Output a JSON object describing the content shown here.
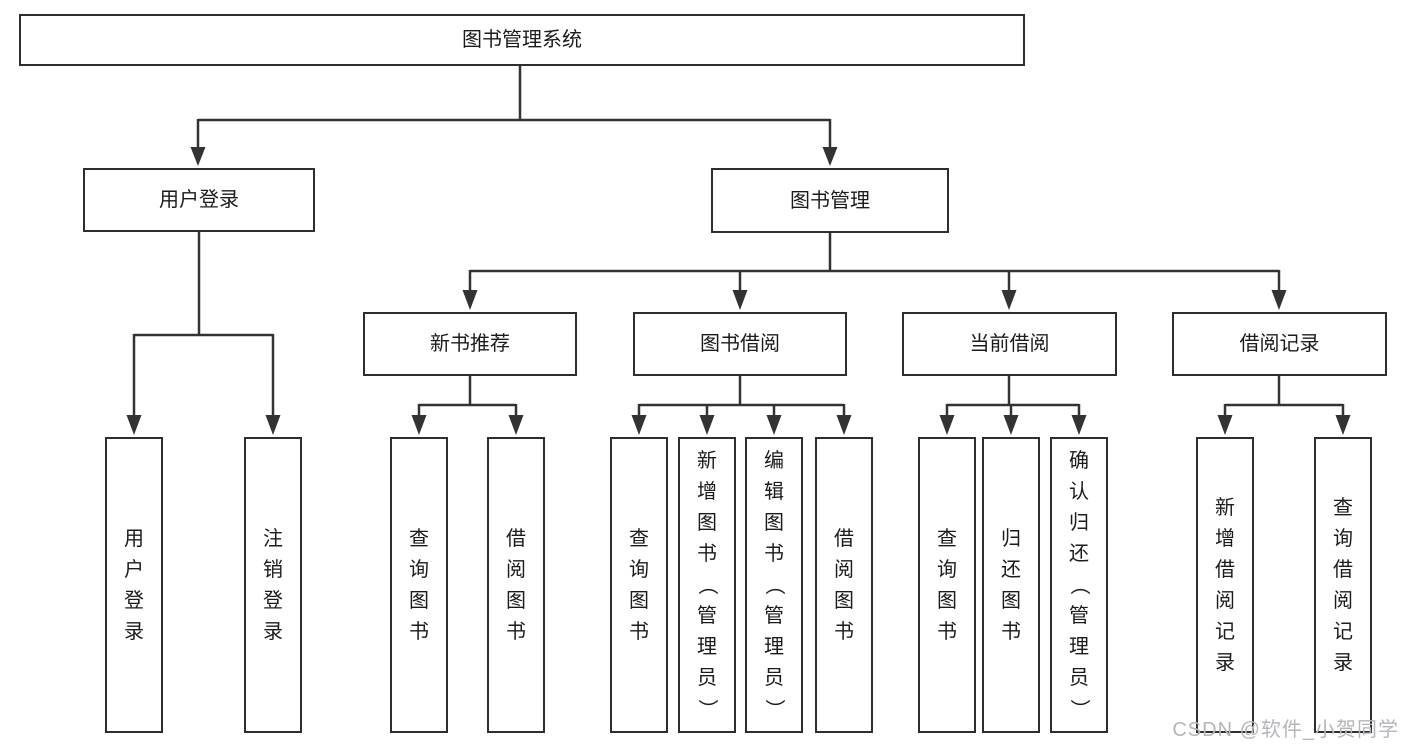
{
  "colors": {
    "line": "#333333",
    "border": "#2e2e2e",
    "text": "#1b1b1d",
    "watermark": "#b5b5ba",
    "background": "#ffffff"
  },
  "watermark": "CSDN @软件_小贺同学",
  "tree": {
    "label": "图书管理系统",
    "children": [
      {
        "label": "用户登录",
        "children": [
          {
            "label": "用户登录"
          },
          {
            "label": "注销登录"
          }
        ]
      },
      {
        "label": "图书管理",
        "children": [
          {
            "label": "新书推荐",
            "children": [
              {
                "label": "查询图书"
              },
              {
                "label": "借阅图书"
              }
            ]
          },
          {
            "label": "图书借阅",
            "children": [
              {
                "label": "查询图书"
              },
              {
                "label": "新增图书（管理员）"
              },
              {
                "label": "编辑图书（管理员）"
              },
              {
                "label": "借阅图书"
              }
            ]
          },
          {
            "label": "当前借阅",
            "children": [
              {
                "label": "查询图书"
              },
              {
                "label": "归还图书"
              },
              {
                "label": "确认归还（管理员）"
              }
            ]
          },
          {
            "label": "借阅记录",
            "children": [
              {
                "label": "新增借阅记录"
              },
              {
                "label": "查询借阅记录"
              }
            ]
          }
        ]
      }
    ]
  }
}
